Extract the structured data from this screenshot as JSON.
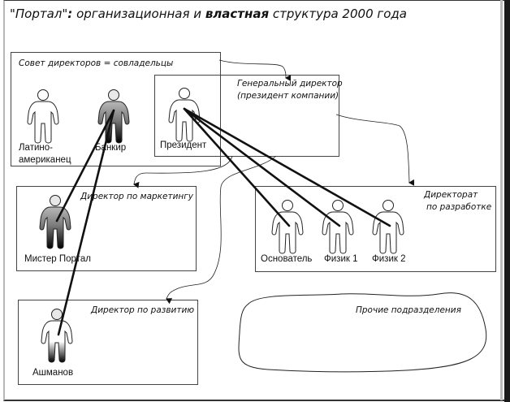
{
  "title": {
    "quoted": "\"Портал\"",
    "colon": ":",
    "part1": " организационная и ",
    "bold": "властная",
    "part2": " структура 2000 года"
  },
  "groups": {
    "board": {
      "label": "Совет директоров = совладельцы"
    },
    "ceo": {
      "label_line1": "Генеральный директор",
      "label_line2": "(президент компании)"
    },
    "marketing": {
      "label": "Директор по маркетингу"
    },
    "rnd": {
      "label_line1": "Директорат",
      "label_line2": "по разработке"
    },
    "development": {
      "label": "Директор по развитию"
    },
    "other": {
      "label": "Прочие подразделения"
    }
  },
  "people": [
    {
      "id": "latino",
      "label_line1": "Латино-",
      "label_line2": "американец",
      "fill": "outline"
    },
    {
      "id": "banker",
      "label_line1": "Банкир",
      "fill": "gradient-full"
    },
    {
      "id": "president",
      "label_line1": "Президент",
      "fill": "outline"
    },
    {
      "id": "mister-portal",
      "label_line1": "Мистер Портал",
      "fill": "gradient-full"
    },
    {
      "id": "founder",
      "label_line1": "Основатель",
      "fill": "outline"
    },
    {
      "id": "physicist1",
      "label_line1": "Физик 1",
      "fill": "outline"
    },
    {
      "id": "physicist2",
      "label_line1": "Физик 2",
      "fill": "outline"
    },
    {
      "id": "ashmanov",
      "label_line1": "Ашманов",
      "fill": "gradient-legs"
    }
  ],
  "power_links": [
    {
      "from": "banker",
      "to": "mister-portal"
    },
    {
      "from": "banker",
      "to": "ashmanov"
    },
    {
      "from": "president",
      "to": "founder"
    },
    {
      "from": "president",
      "to": "physicist1"
    },
    {
      "from": "president",
      "to": "physicist2"
    }
  ],
  "org_links": [
    {
      "from": "board",
      "to": "ceo"
    },
    {
      "from": "ceo",
      "to": "rnd"
    },
    {
      "from": "ceo",
      "to": "marketing"
    },
    {
      "from": "ceo",
      "to": "development"
    }
  ],
  "colors": {
    "line": "#111111",
    "box_border": "#444444",
    "figure_outline": "#222222",
    "gradient_top": "#8a8a8a",
    "gradient_bottom": "#000000"
  }
}
